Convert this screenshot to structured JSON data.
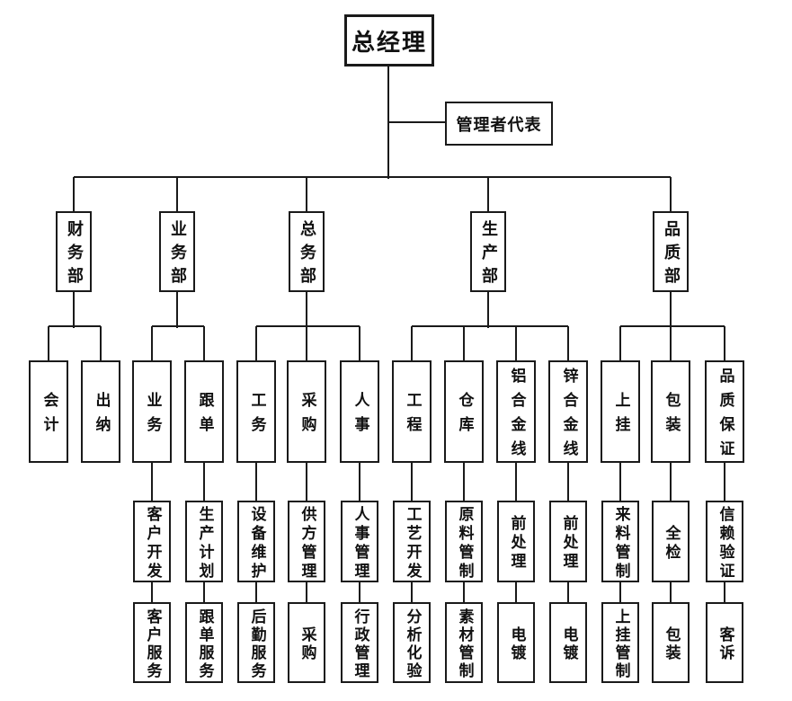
{
  "colors": {
    "line": "#1a1a1a",
    "background": "#ffffff",
    "text": "#111111"
  },
  "chart": {
    "root": {
      "label": "总经理"
    },
    "assistant": {
      "label": "管理者代表"
    },
    "departments": [
      {
        "label": "财务部",
        "children": [
          {
            "label": "会计"
          },
          {
            "label": "出纳"
          }
        ]
      },
      {
        "label": "业务部",
        "children": [
          {
            "label": "业务",
            "children": [
              {
                "label": "客户开发",
                "children": [
                  {
                    "label": "客户服务"
                  }
                ]
              }
            ]
          },
          {
            "label": "跟单",
            "children": [
              {
                "label": "生产计划",
                "children": [
                  {
                    "label": "跟单服务"
                  }
                ]
              }
            ]
          }
        ]
      },
      {
        "label": "总务部",
        "children": [
          {
            "label": "工务",
            "children": [
              {
                "label": "设备维护",
                "children": [
                  {
                    "label": "后勤服务"
                  }
                ]
              }
            ]
          },
          {
            "label": "采购",
            "children": [
              {
                "label": "供方管理",
                "children": [
                  {
                    "label": "采购"
                  }
                ]
              }
            ]
          },
          {
            "label": "人事",
            "children": [
              {
                "label": "人事管理",
                "children": [
                  {
                    "label": "行政管理"
                  }
                ]
              }
            ]
          }
        ]
      },
      {
        "label": "生产部",
        "children": [
          {
            "label": "工程",
            "children": [
              {
                "label": "工艺开发",
                "children": [
                  {
                    "label": "分析化验"
                  }
                ]
              }
            ]
          },
          {
            "label": "仓库",
            "children": [
              {
                "label": "原料管制",
                "children": [
                  {
                    "label": "素材管制"
                  }
                ]
              }
            ]
          },
          {
            "label": "铝合金线",
            "children": [
              {
                "label": "前处理",
                "children": [
                  {
                    "label": "电镀"
                  }
                ]
              }
            ]
          },
          {
            "label": "锌合金线",
            "children": [
              {
                "label": "前处理",
                "children": [
                  {
                    "label": "电镀"
                  }
                ]
              }
            ]
          }
        ]
      },
      {
        "label": "品质部",
        "children": [
          {
            "label": "上挂",
            "children": [
              {
                "label": "来料管制",
                "children": [
                  {
                    "label": "上挂管制"
                  }
                ]
              }
            ]
          },
          {
            "label": "包装",
            "children": [
              {
                "label": "全检",
                "children": [
                  {
                    "label": "包装"
                  }
                ]
              }
            ]
          },
          {
            "label": "品质保证",
            "children": [
              {
                "label": "信赖验证",
                "children": [
                  {
                    "label": "客诉"
                  }
                ]
              }
            ]
          }
        ]
      }
    ]
  }
}
